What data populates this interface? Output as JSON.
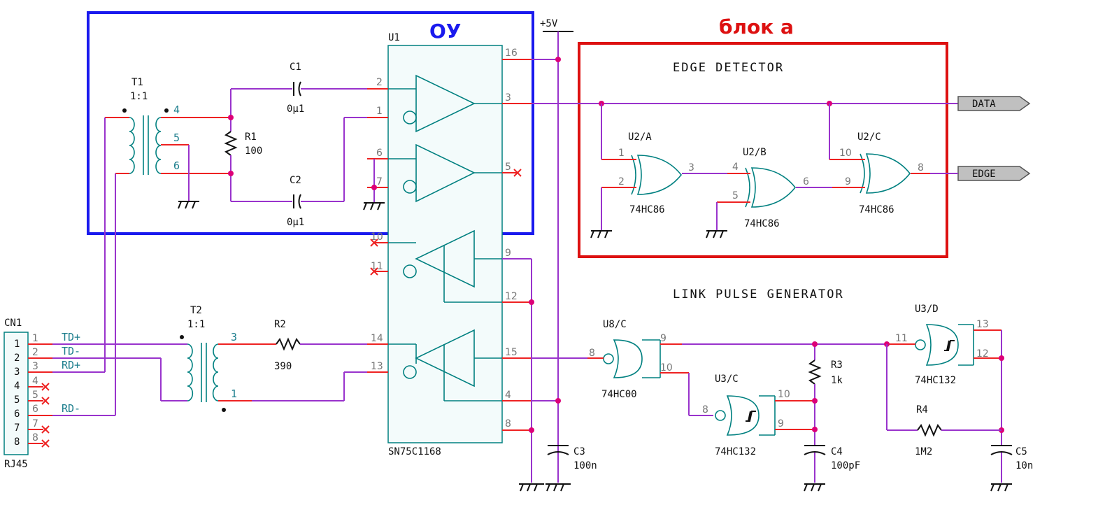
{
  "annotations": {
    "opamp_block": "ОУ",
    "block_a": "блок а",
    "opamp_color": "#1a1aee",
    "block_a_color": "#dd1111"
  },
  "power": {
    "vcc": "+5V"
  },
  "sections": {
    "edge_detector": "EDGE DETECTOR",
    "link_pulse": "LINK PULSE GENERATOR"
  },
  "outputs": {
    "data": "DATA",
    "edge": "EDGE"
  },
  "connector": {
    "name": "CN1",
    "type": "RJ45",
    "signals": [
      "TD+",
      "TD-",
      "RD+",
      "RD-"
    ],
    "pins": [
      "1",
      "2",
      "3",
      "4",
      "5",
      "6",
      "7",
      "8"
    ]
  },
  "transformers": {
    "t1": {
      "name": "T1",
      "ratio": "1:1",
      "pins": [
        "4",
        "5",
        "6"
      ]
    },
    "t2": {
      "name": "T2",
      "ratio": "1:1",
      "pins": [
        "3",
        "1"
      ]
    }
  },
  "passives": {
    "c1": {
      "name": "C1",
      "value": "0µ1"
    },
    "c2": {
      "name": "C2",
      "value": "0µ1"
    },
    "r1": {
      "name": "R1",
      "value": "100"
    },
    "r2": {
      "name": "R2",
      "value": "390"
    },
    "r3": {
      "name": "R3",
      "value": "1k"
    },
    "r4": {
      "name": "R4",
      "value": "1M2"
    },
    "c3": {
      "name": "C3",
      "value": "100n"
    },
    "c4": {
      "name": "C4",
      "value": "100pF"
    },
    "c5": {
      "name": "C5",
      "value": "10n"
    }
  },
  "ics": {
    "u1": {
      "name": "U1",
      "part": "SN75C1168",
      "pins": [
        "16",
        "2",
        "3",
        "1",
        "6",
        "5",
        "7",
        "10",
        "11",
        "9",
        "12",
        "14",
        "15",
        "13",
        "4",
        "8"
      ]
    },
    "u2a": {
      "name": "U2/A",
      "part": "74HC86",
      "pins": [
        "1",
        "2",
        "3"
      ]
    },
    "u2b": {
      "name": "U2/B",
      "part": "74HC86",
      "pins": [
        "4",
        "5",
        "6"
      ]
    },
    "u2c": {
      "name": "U2/C",
      "part": "74HC86",
      "pins": [
        "10",
        "9",
        "8"
      ]
    },
    "u8c": {
      "name": "U8/C",
      "part": "74HC00",
      "pins": [
        "8",
        "9",
        "10"
      ]
    },
    "u3c": {
      "name": "U3/C",
      "part": "74HC132",
      "pins": [
        "8",
        "10",
        "9"
      ]
    },
    "u3d": {
      "name": "U3/D",
      "part": "74HC132",
      "pins": [
        "11",
        "13",
        "12"
      ]
    }
  }
}
